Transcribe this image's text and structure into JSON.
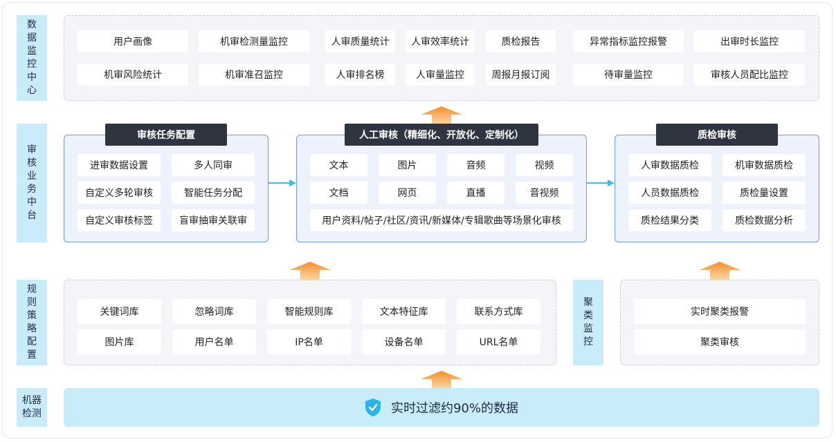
{
  "monitor": {
    "label": "数据监控中心",
    "items": [
      "用户画像",
      "机审检测量监控",
      "人审质量统计",
      "人审效率统计",
      "质检报告",
      "异常指标监控报警",
      "出审时长监控",
      "机审风险统计",
      "机审准召监控",
      "人审排名榜",
      "人审量监控",
      "周报月报订阅",
      "待审量监控",
      "审核人员配比监控"
    ]
  },
  "platform": {
    "label": "审核业务中台",
    "task": {
      "title": "审核任务配置",
      "items": [
        "进审数据设置",
        "多人同审",
        "自定义多轮审核",
        "智能任务分配",
        "自定义审核标签",
        "盲审抽审关联审"
      ]
    },
    "manual": {
      "title": "人工审核（精细化、开放化、定制化）",
      "items": [
        "文本",
        "图片",
        "音频",
        "视频",
        "文档",
        "网页",
        "直播",
        "音视频"
      ],
      "wide": "用户资料/帖子/社区/资讯/新媒体/专辑歌曲等场景化审核"
    },
    "qc": {
      "title": "质检审核",
      "items": [
        "人审数据质检",
        "机审数据质检",
        "人员数据质检",
        "质检量设置",
        "质检结果分类",
        "质检数据分析"
      ]
    }
  },
  "rules": {
    "label": "规则策略配置",
    "items": [
      "关键词库",
      "忽略词库",
      "智能规则库",
      "文本特征库",
      "联系方式库",
      "图片库",
      "用户名单",
      "IP名单",
      "设备名单",
      "URL名单"
    ]
  },
  "cluster": {
    "label": "聚类监控",
    "items": [
      "实时聚类报警",
      "聚类审核"
    ]
  },
  "machine": {
    "label": "机器检测",
    "text": "实时过滤约90%的数据",
    "icon": "shield-check-icon"
  },
  "colors": {
    "label_bg": "#c9ecfb",
    "tag_bg": "#2f3441",
    "arrow_orange": "#f7a53a",
    "flow_arrow": "#35c1f0",
    "solid_border": "#6f99e6"
  }
}
